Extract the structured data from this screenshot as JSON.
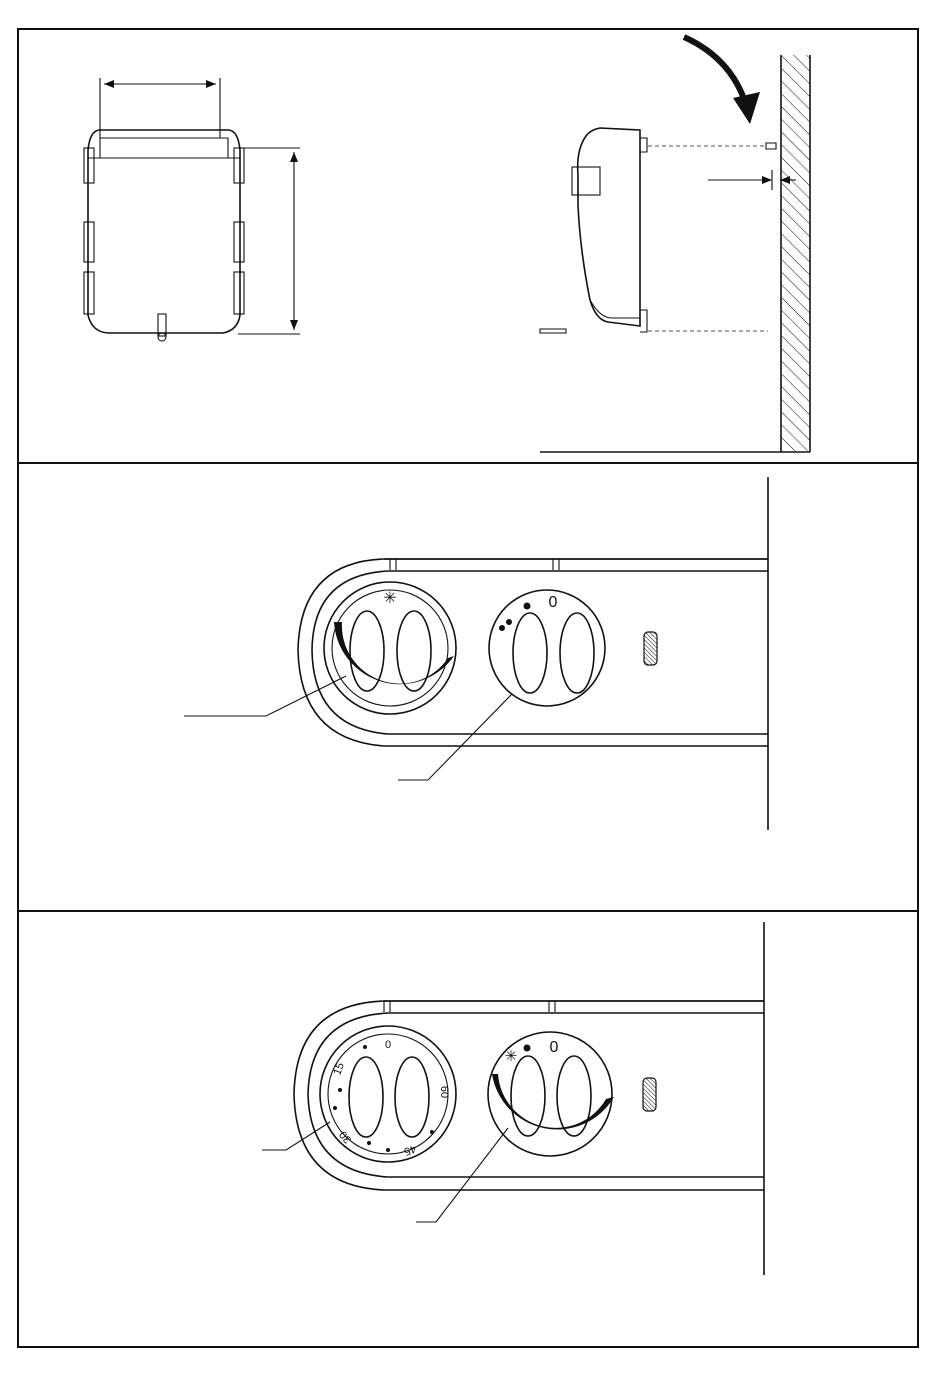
{
  "panel_bottom": {
    "timer_labels": [
      "0",
      "15",
      "30",
      "45",
      "60"
    ]
  },
  "symbols": {
    "frost_symbol": "✳",
    "off_symbol": "0"
  }
}
